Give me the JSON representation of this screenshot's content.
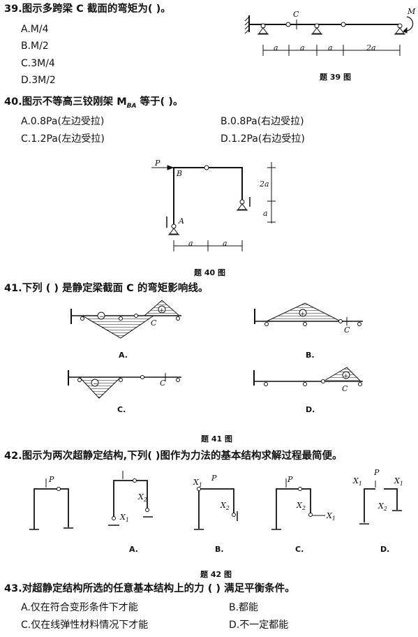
{
  "q39": {
    "question": "39.图示多跨梁 C 截面的弯矩为(    )。",
    "options": [
      "A.M/4",
      "B.M/2",
      "C.3M/4",
      "D.3M/2"
    ],
    "fig": {
      "label_c": "C",
      "label_m": "M",
      "dims": [
        "a",
        "a",
        "a",
        "2a"
      ],
      "caption": "题 39 图"
    }
  },
  "q40": {
    "question": "40.图示不等高三铰刚架 M",
    "question_sub": "BA",
    "question_tail": " 等于(    )。",
    "options": [
      "A.0.8Pa(左边受拉)",
      "B.0.8Pa(右边受拉)",
      "C.1.2Pa(左边受拉)",
      "D.1.2Pa(右边受拉)"
    ],
    "fig": {
      "label_p": "P",
      "label_b": "B",
      "label_a_pt": "A",
      "dim_2a": "2a",
      "dim_a": "a",
      "dims_bottom": [
        "a",
        "a"
      ],
      "caption": "题 40 图"
    }
  },
  "q41": {
    "question": "41.下列 (    ) 是静定梁截面 C 的弯矩影响线。",
    "option_labels": [
      "A.",
      "B.",
      "C.",
      "D."
    ],
    "label_c": "C",
    "caption": "题 41 图"
  },
  "q42": {
    "question": "42.图示为两次超静定结构,下列(    )图作为力法的基本结构求解过程最简便。",
    "option_labels": [
      "A.",
      "B.",
      "C.",
      "D."
    ],
    "labels": {
      "p": "P",
      "x1": "X",
      "x2": "X",
      "sub1": "1",
      "sub2": "2"
    },
    "caption": "题 42 图"
  },
  "q43": {
    "question": "43.对超静定结构所选的任意基本结构上的力 (    ) 满足平衡条件。",
    "options": [
      "A.仅在符合变形条件下才能",
      "B.都能",
      "C.仅在线弹性材料情况下才能",
      "D.不一定都能"
    ]
  }
}
